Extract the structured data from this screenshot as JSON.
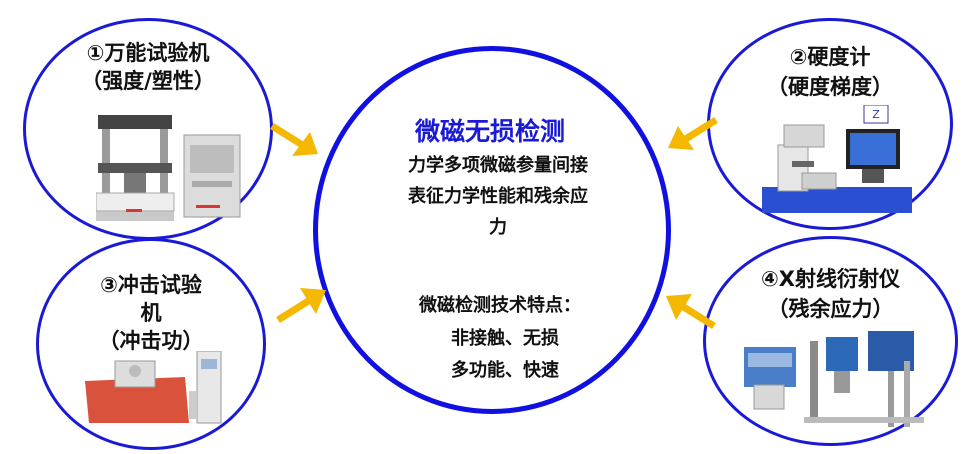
{
  "center": {
    "title": "微磁无损检测",
    "desc_line1": "力学多项微磁参量间接",
    "desc_line2": "表征力学性能和残余应",
    "desc_line3": "力",
    "features_title": "微磁检测技术特点：",
    "feature1": "非接触、无损",
    "feature2": "多功能、快速"
  },
  "nodes": {
    "n1": {
      "line1": "①万能试验机",
      "line2": "（强度/塑性）"
    },
    "n2": {
      "line1": "②硬度计",
      "line2": "（硬度梯度）"
    },
    "n3": {
      "line1": "③冲击试验",
      "line2": "机",
      "line3": "（冲击功）"
    },
    "n4": {
      "line1": "④X射线衍射仪",
      "line2": "（残余应力）"
    }
  },
  "colors": {
    "circle_border": "#1010e0",
    "arrow": "#f5b800",
    "title_blue": "#1a1ad6"
  }
}
